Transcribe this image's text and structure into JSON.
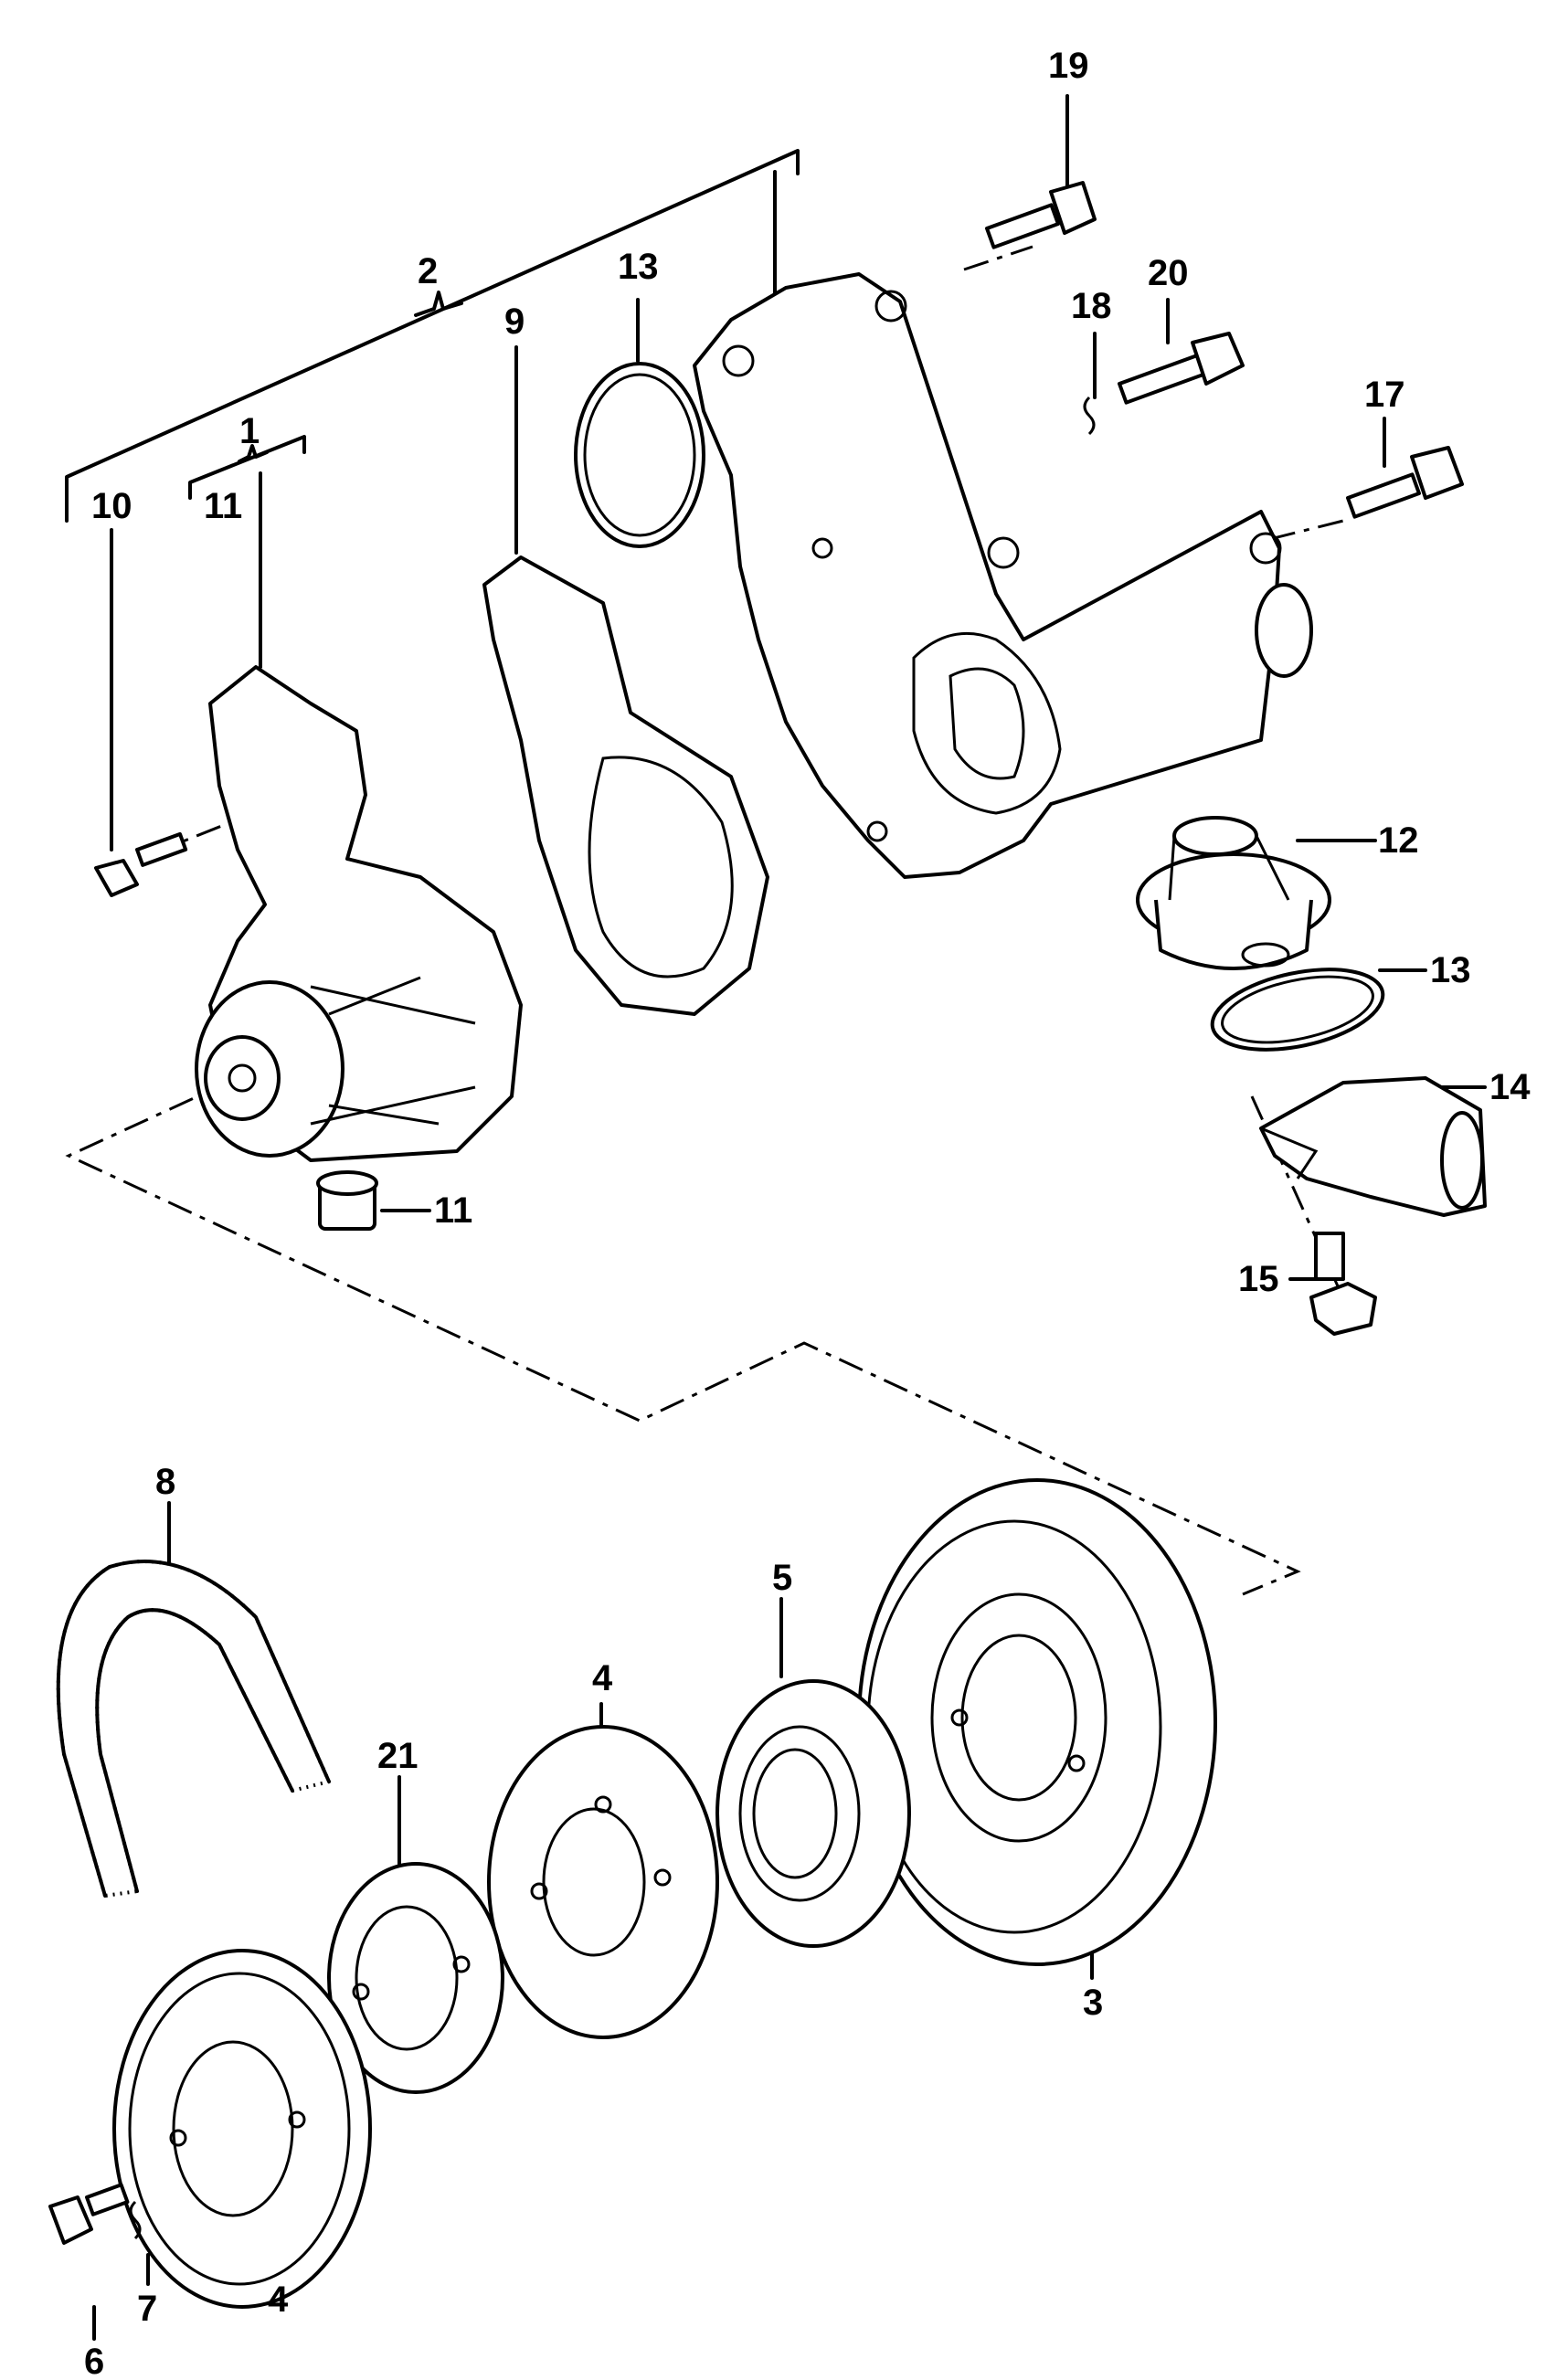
{
  "callouts": [
    {
      "id": "c19",
      "text": "19"
    },
    {
      "id": "c2",
      "text": "2"
    },
    {
      "id": "c13a",
      "text": "13"
    },
    {
      "id": "c9",
      "text": "9"
    },
    {
      "id": "c18",
      "text": "18"
    },
    {
      "id": "c20",
      "text": "20"
    },
    {
      "id": "c1",
      "text": "1"
    },
    {
      "id": "c17",
      "text": "17"
    },
    {
      "id": "c10",
      "text": "10"
    },
    {
      "id": "c11a",
      "text": "11"
    },
    {
      "id": "c12",
      "text": "12"
    },
    {
      "id": "c13b",
      "text": "13"
    },
    {
      "id": "c14",
      "text": "14"
    },
    {
      "id": "c11b",
      "text": "11"
    },
    {
      "id": "c15",
      "text": "15"
    },
    {
      "id": "c8",
      "text": "8"
    },
    {
      "id": "c5",
      "text": "5"
    },
    {
      "id": "c4a",
      "text": "4"
    },
    {
      "id": "c21",
      "text": "21"
    },
    {
      "id": "c3",
      "text": "3"
    },
    {
      "id": "c4b",
      "text": "4"
    },
    {
      "id": "c7",
      "text": "7"
    },
    {
      "id": "c6",
      "text": "6"
    }
  ]
}
